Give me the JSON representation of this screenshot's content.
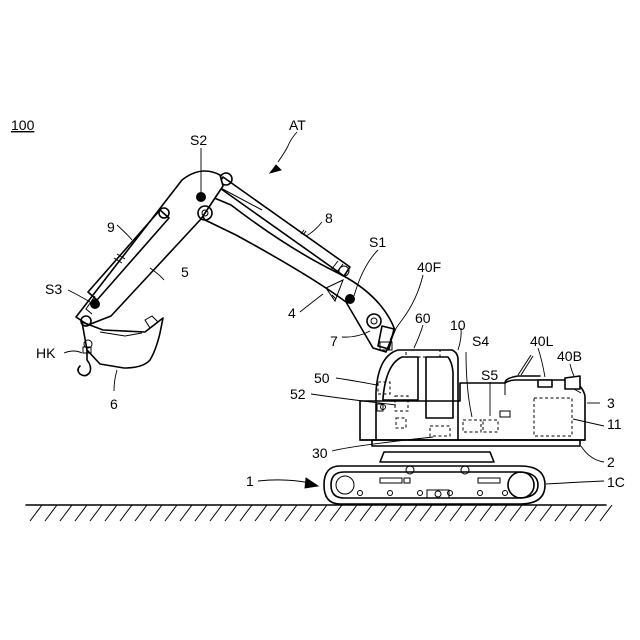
{
  "figure": {
    "reference": "100",
    "labels": {
      "at": "AT",
      "s2": "S2",
      "s1": "S1",
      "s3": "S3",
      "s4": "S4",
      "s5": "S5",
      "l9": "9",
      "l8": "8",
      "l5": "5",
      "l4": "4",
      "l7": "7",
      "l6": "6",
      "hk": "HK",
      "l40f": "40F",
      "l60": "60",
      "l10": "10",
      "l40l": "40L",
      "l40b": "40B",
      "l50": "50",
      "l52": "52",
      "l3": "3",
      "l11": "11",
      "l30": "30",
      "l2": "2",
      "l1": "1",
      "l1c": "1C"
    }
  }
}
